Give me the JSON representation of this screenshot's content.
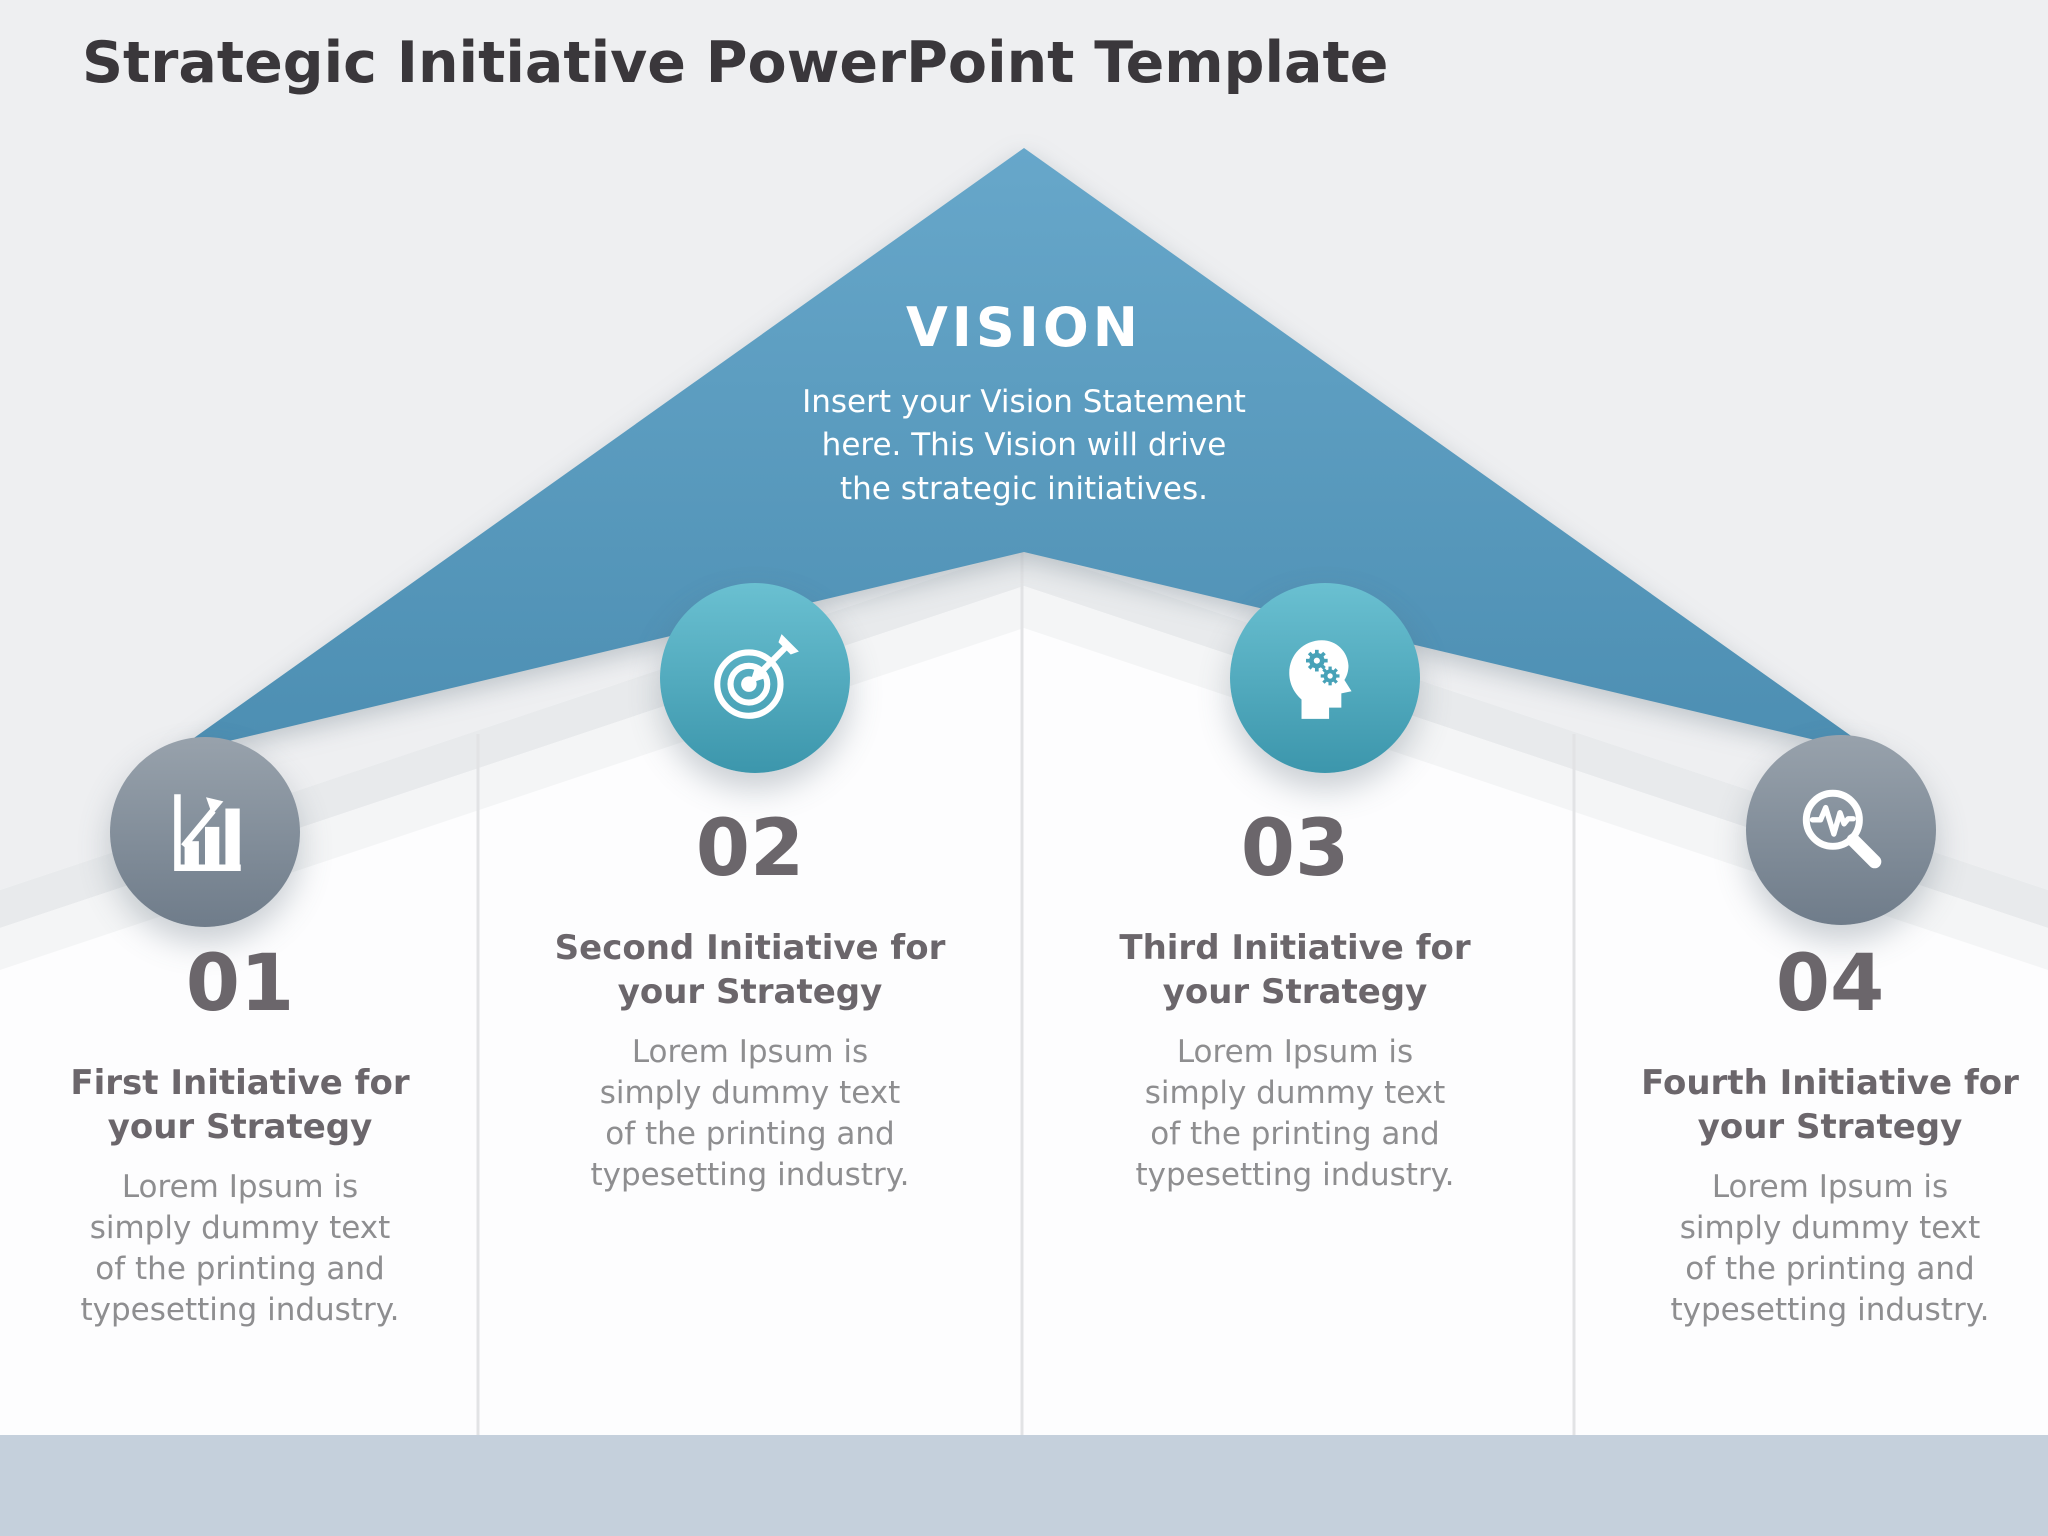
{
  "slide": {
    "title": "Strategic Initiative PowerPoint Template"
  },
  "vision": {
    "label": "VISION",
    "statement": "Insert your Vision Statement\nhere. This Vision will drive\nthe strategic initiatives."
  },
  "initiatives": [
    {
      "number": "01",
      "icon": "bar-chart-growth-icon",
      "badge_color": "#7e8a98",
      "title": "First Initiative for\nyour Strategy",
      "body": "Lorem Ipsum is\nsimply dummy text\nof the printing and\ntypesetting industry."
    },
    {
      "number": "02",
      "icon": "target-arrow-icon",
      "badge_color": "#4aa4ba",
      "title": "Second Initiative for\nyour Strategy",
      "body": "Lorem Ipsum is\nsimply dummy text\nof the printing and\ntypesetting industry."
    },
    {
      "number": "03",
      "icon": "head-gears-icon",
      "badge_color": "#4aa4ba",
      "title": "Third Initiative for\nyour Strategy",
      "body": "Lorem Ipsum is\nsimply dummy text\nof the printing and\ntypesetting industry."
    },
    {
      "number": "04",
      "icon": "magnifier-pulse-icon",
      "badge_color": "#7e8a98",
      "title": "Fourth Initiative for\nyour Strategy",
      "body": "Lorem Ipsum is\nsimply dummy text\nof the printing and\ntypesetting industry."
    }
  ],
  "colors": {
    "background": "#eeeff1",
    "accent_blue_top": "#67a7ca",
    "accent_blue_bottom": "#4a8cb0",
    "badge_gray": "#7e8a98",
    "badge_teal": "#4aa4ba",
    "footer_bar": "#c5d0dc",
    "title_text": "#3a373b",
    "heading_text": "#6b666b",
    "body_text": "#8e8e90",
    "vision_text": "#ffffff"
  }
}
